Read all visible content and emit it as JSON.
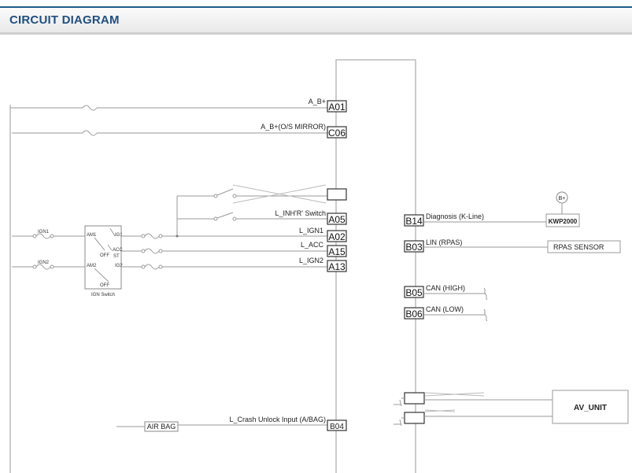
{
  "header": {
    "title": "CIRCUIT DIAGRAM"
  },
  "connector_pins": {
    "left": [
      {
        "pin": "A01",
        "signal": "A_B+"
      },
      {
        "pin": "C06",
        "signal": "A_B+(O/S MIRROR)"
      },
      {
        "pin": "A05",
        "signal": "L_INH'R' Switch"
      },
      {
        "pin": "A02",
        "signal": "L_IGN1"
      },
      {
        "pin": "A15",
        "signal": "L_ACC"
      },
      {
        "pin": "A13",
        "signal": "L_IGN2"
      },
      {
        "pin": "B04",
        "signal": "L_Crash Unlock Input (A/BAG)"
      }
    ],
    "right": [
      {
        "pin": "B14",
        "signal": "Diagnosis (K-Line)"
      },
      {
        "pin": "B03",
        "signal": "LIN (RPAS)"
      },
      {
        "pin": "B05",
        "signal": "CAN (HIGH)"
      },
      {
        "pin": "B06",
        "signal": "CAN (LOW)"
      }
    ]
  },
  "ign_switch": {
    "title": "IGN Switch",
    "inputs": [
      "IGN1",
      "IGN2"
    ],
    "terminals": [
      "AM1",
      "AM2",
      "IG1",
      "ACC",
      "ST",
      "IG2",
      "OFF",
      "OFF"
    ]
  },
  "components": {
    "kwp": "KWP2000",
    "bplus": "B+",
    "rpas_sensor": "RPAS SENSOR",
    "air_bag": "AIR BAG",
    "av_unit": "AV_UNIT"
  }
}
